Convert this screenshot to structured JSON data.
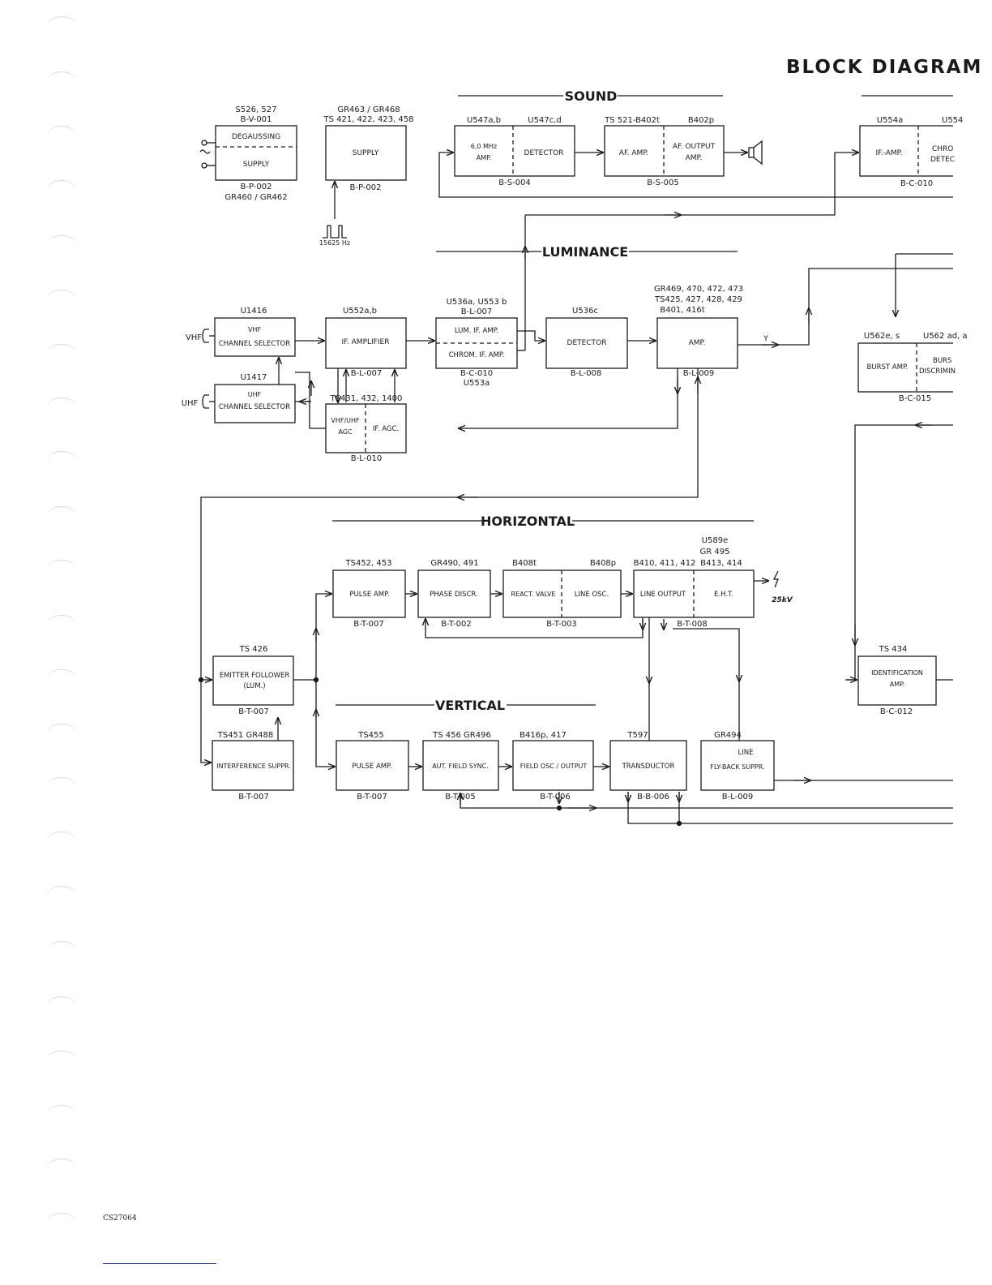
{
  "title": "BLOCK DIAGRAM",
  "footer_code": "CS27064",
  "sections": {
    "sound": "SOUND",
    "luminance": "LUMINANCE",
    "horizontal": "HORIZONTAL",
    "vertical": "VERTICAL"
  },
  "blocks": [
    {
      "id": "degaussing",
      "lines_top": [
        "DEGAUSSING"
      ],
      "lines_bottom": [
        "SUPPLY"
      ],
      "ref_top": [
        "S526, 527",
        "B-V-001"
      ],
      "ref_bottom": [
        "B-P-002",
        "GR460 / GR462"
      ]
    },
    {
      "id": "supply",
      "lines": [
        "SUPPLY"
      ],
      "ref_top": [
        "GR463 / GR468",
        "TS 421, 422, 423, 458"
      ],
      "ref_bottom": [
        "B-P-002"
      ]
    },
    {
      "id": "sound-if",
      "left": [
        "6,0 MHz",
        "AMP."
      ],
      "right": [
        "DETECTOR"
      ],
      "ref_top_left": "U547a,b",
      "ref_top_right": "U547c,d",
      "ref_bottom": [
        "B-S-004"
      ]
    },
    {
      "id": "af-amp",
      "left": [
        "AF.  AMP."
      ],
      "right": [
        "AF. OUTPUT",
        "AMP."
      ],
      "ref_top_left": "TS 521-B402t",
      "ref_top_right": "B402p",
      "ref_bottom": [
        "B-S-005"
      ]
    },
    {
      "id": "chroma-if",
      "left": [
        "IF.-AMP."
      ],
      "right": [
        "CHRO",
        "DETEC"
      ],
      "ref_top_left": "U554a",
      "ref_top_right": "U554",
      "ref_bottom": [
        "B-C-010"
      ]
    },
    {
      "id": "vhf-selector",
      "lines": [
        "VHF",
        "CHANNEL SELECTOR"
      ],
      "ref_top": [
        "U1416"
      ]
    },
    {
      "id": "uhf-selector",
      "lines": [
        "UHF",
        "CHANNEL SELECTOR"
      ],
      "ref_top": [
        "U1417"
      ]
    },
    {
      "id": "if-amplifier",
      "lines": [
        "IF.  AMPLIFIER"
      ],
      "ref_top": [
        "U552a,b"
      ],
      "ref_bottom": [
        "B-L-007"
      ]
    },
    {
      "id": "lum-chrom-if",
      "top": [
        "LUM. IF. AMP."
      ],
      "bottom": [
        "CHROM. IF. AMP."
      ],
      "ref_top": [
        "U536a, U553 b",
        "B-L-007"
      ],
      "ref_bottom": [
        "B-C-010",
        "U553a"
      ]
    },
    {
      "id": "detector",
      "lines": [
        "DETECTOR"
      ],
      "ref_top": [
        "U536c"
      ],
      "ref_bottom": [
        "B-L-008"
      ]
    },
    {
      "id": "lum-amp",
      "lines": [
        "AMP."
      ],
      "ref_top": [
        "GR469, 470, 472, 473",
        "TS425, 427, 428, 429",
        "B401, 416t"
      ],
      "ref_bottom": [
        "B-L-009"
      ]
    },
    {
      "id": "agc",
      "left": [
        "VHF/UHF",
        "AGC"
      ],
      "right": [
        "IF.  AGC."
      ],
      "ref_top": [
        "TS431, 432, 1400"
      ],
      "ref_bottom": [
        "B-L-010"
      ]
    },
    {
      "id": "burst",
      "left": [
        "BURST AMP."
      ],
      "right": [
        "BURS",
        "DISCRIMIN"
      ],
      "ref_top_left": "U562e, s",
      "ref_top_right": "U562 ad, a",
      "ref_bottom": [
        "B-C-015"
      ]
    },
    {
      "id": "pulse-amp-h",
      "lines": [
        "PULSE  AMP."
      ],
      "ref_top": [
        "TS452, 453"
      ],
      "ref_bottom": [
        "B-T-007"
      ]
    },
    {
      "id": "phase-discr",
      "lines": [
        "PHASE  DISCR."
      ],
      "ref_top": [
        "GR490, 491"
      ],
      "ref_bottom": [
        "B-T-002"
      ]
    },
    {
      "id": "react-line",
      "left": [
        "REACT. VALVE"
      ],
      "right": [
        "LINE  OSC."
      ],
      "ref_top_left": "B408t",
      "ref_top_right": "B408p",
      "ref_bottom": [
        "B-T-003"
      ]
    },
    {
      "id": "line-output",
      "left": [
        "LINE  OUTPUT"
      ],
      "right": [
        "E.H.T."
      ],
      "ref_top_left": "B410, 411, 412",
      "ref_top_right": "B413, 414",
      "ref_above": [
        "U589e",
        "GR 495"
      ],
      "ref_bottom": [
        "B-T-008"
      ]
    },
    {
      "id": "emitter-follower",
      "lines": [
        "EMITTER FOLLOWER",
        "(LUM.)"
      ],
      "ref_top": [
        "TS 426"
      ],
      "ref_bottom": [
        "B-T-007"
      ]
    },
    {
      "id": "interference",
      "lines": [
        "INTERFERENCE SUPPR."
      ],
      "ref_top": [
        "TS451   GR488"
      ],
      "ref_bottom": [
        "B-T-007"
      ]
    },
    {
      "id": "pulse-amp-v",
      "lines": [
        "PULSE  AMP."
      ],
      "ref_top": [
        "TS455"
      ],
      "ref_bottom": [
        "B-T-007"
      ]
    },
    {
      "id": "field-sync",
      "lines": [
        "AUT.  FIELD SYNC."
      ],
      "ref_top": [
        "TS 456   GR496"
      ],
      "ref_bottom": [
        "B-T-005"
      ]
    },
    {
      "id": "field-osc",
      "lines": [
        "FIELD OSC / OUTPUT"
      ],
      "ref_top": [
        "B416p, 417"
      ],
      "ref_bottom": [
        "B-T-006"
      ]
    },
    {
      "id": "transductor",
      "lines": [
        "TRANSDUCTOR"
      ],
      "ref_top": [
        "T597"
      ],
      "ref_bottom": [
        "B-B-006"
      ]
    },
    {
      "id": "flyback",
      "lines": [
        "LINE",
        "FLY-BACK SUPPR."
      ],
      "ref_top": [
        "GR494"
      ],
      "ref_bottom": [
        "B-L-009"
      ]
    },
    {
      "id": "identification",
      "lines": [
        "IDENTIFICATION",
        "AMP."
      ],
      "ref_top": [
        "TS 434"
      ],
      "ref_bottom": [
        "B-C-012"
      ]
    }
  ],
  "labels": {
    "vhf": "VHF",
    "uhf": "UHF",
    "y_signal": "Y",
    "frequency": "15625 Hz",
    "eht_voltage": "25kV"
  },
  "icons": [
    "speaker-icon",
    "pulse-waveform-icon",
    "lightning-icon",
    "mains-plug-icon",
    "antenna-connector-icon"
  ]
}
